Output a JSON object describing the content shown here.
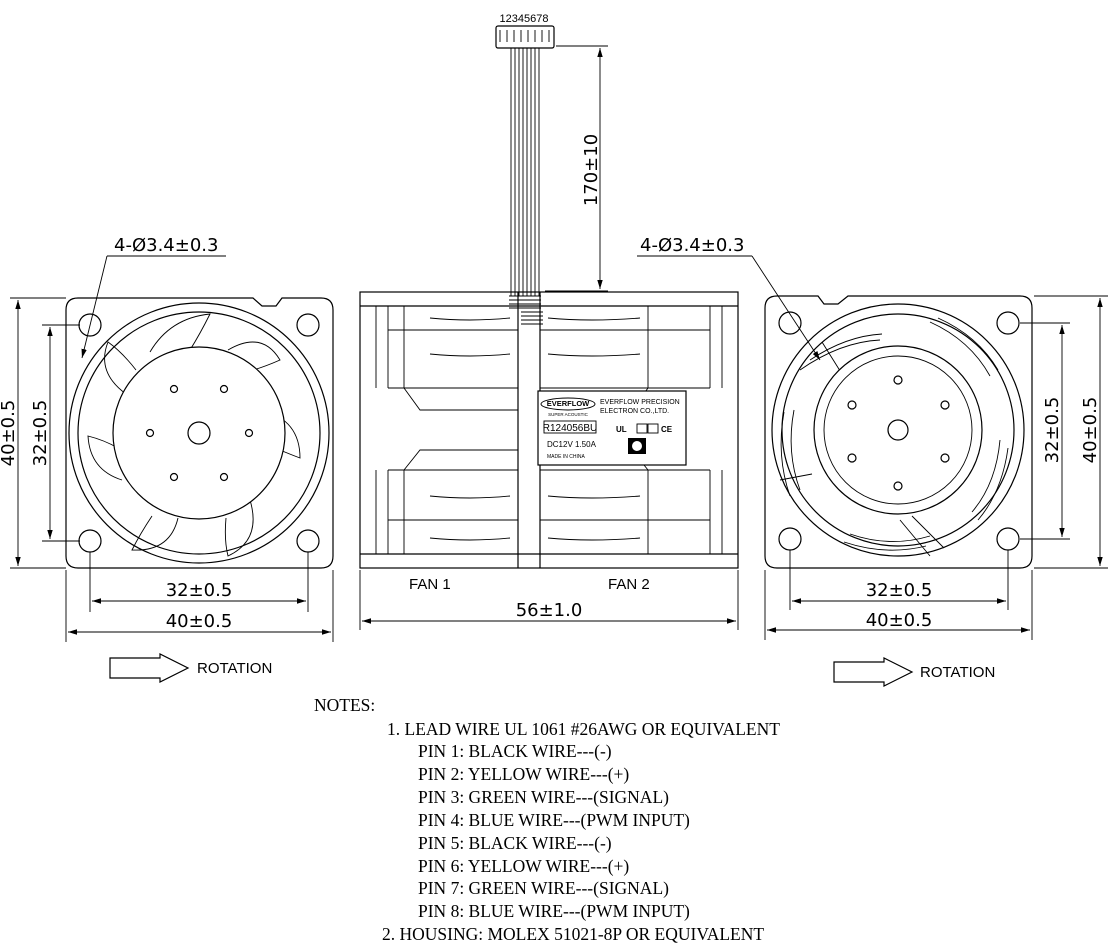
{
  "connector_label": "12345678",
  "dims": {
    "wire_length": "170±10",
    "hole_left": "4-Ø3.4±0.3",
    "hole_right": "4-Ø3.4±0.3",
    "side_outer_left": "40±0.5",
    "side_inner_left": "32±0.5",
    "side_outer_right": "40±0.5",
    "side_inner_right": "32±0.5",
    "bottom_inner_left": "32±0.5",
    "bottom_outer_left": "40±0.5",
    "bottom_inner_right": "32±0.5",
    "bottom_outer_right": "40±0.5",
    "total_depth": "56±1.0"
  },
  "fan_labels": {
    "fan1": "FAN  1",
    "fan2": "FAN  2"
  },
  "rotation": {
    "left": "ROTATION",
    "right": "ROTATION"
  },
  "sticker": {
    "brand": "EVERFLOW",
    "brand_sub": "SUPER ACOUSTIC",
    "company_line1": "EVERFLOW PRECISION",
    "company_line2": "ELECTRON  CO.,LTD.",
    "model": "R124056BU",
    "rating": "DC12V  1.50A",
    "origin": "MADE IN CHINA",
    "ul_mark": "UL",
    "ce_mark": "CE"
  },
  "notes": {
    "title": "NOTES:",
    "note1": "1. LEAD WIRE UL 1061 #26AWG OR EQUIVALENT",
    "pins": [
      "PIN 1: BLACK WIRE---(-)",
      "PIN 2: YELLOW WIRE---(+)",
      "PIN 3: GREEN WIRE---(SIGNAL)",
      "PIN 4: BLUE  WIRE---(PWM INPUT)",
      "PIN 5: BLACK WIRE---(-)",
      "PIN 6: YELLOW WIRE---(+)",
      "PIN 7: GREEN WIRE---(SIGNAL)",
      "PIN 8: BLUE  WIRE---(PWM INPUT)"
    ],
    "note2": "2. HOUSING: MOLEX 51021-8P OR EQUIVALENT"
  }
}
